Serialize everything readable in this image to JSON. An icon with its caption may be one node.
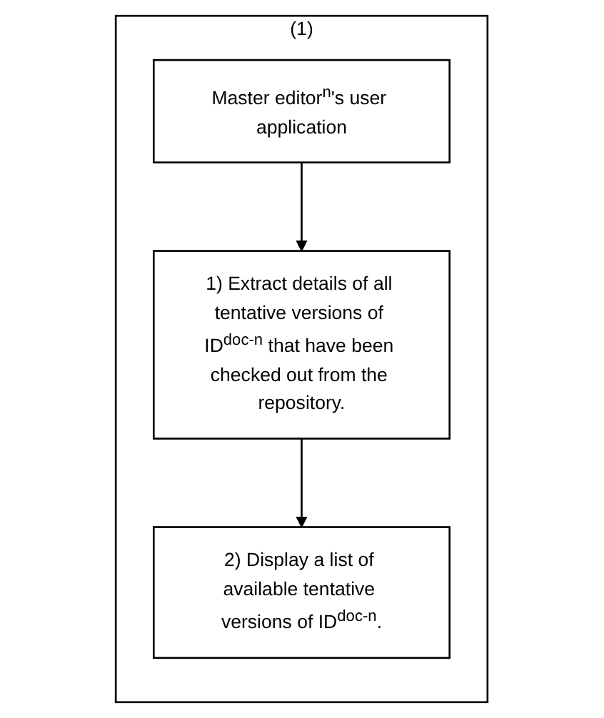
{
  "diagram": {
    "nodes": [
      {
        "text": [
          "(1)"
        ]
      },
      {
        "text": [
          "Master editor$^{n}$'s user application"
        ],
        "in": 0
      },
      {
        "text": [
          "1) Extract details of all tentative versions of ID$^{doc-n}$ that have been checked out from the repository."
        ],
        "in": 0
      },
      {
        "text": [
          "2) Display a list of available tentative versions of ID$^{doc-n}$."
        ],
        "in": 0
      }
    ],
    "edges": [
      {
        "from": 1,
        "to": 2,
        "arrow": "to"
      },
      {
        "from": 2,
        "to": 3,
        "arrow": "to"
      }
    ]
  }
}
